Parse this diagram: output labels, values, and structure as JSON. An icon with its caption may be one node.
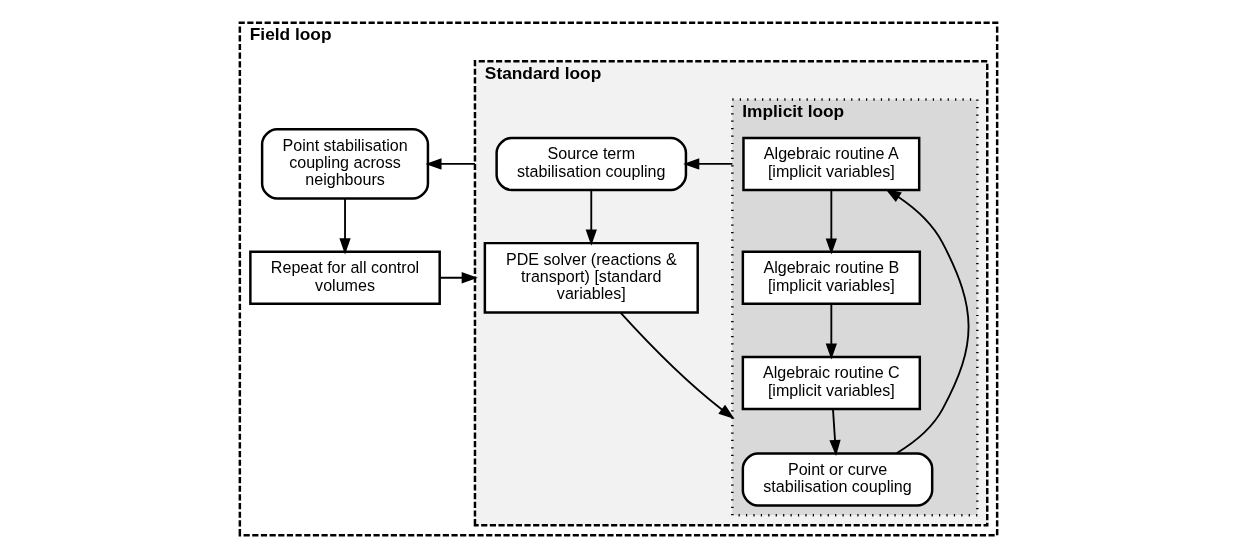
{
  "diagram": {
    "nodes": [
      {
        "text": [
          "Field loop"
        ]
      },
      {
        "text": [
          "Point stabilisation coupling across neighbours"
        ],
        "in": 0
      },
      {
        "text": [
          "Repeat for all control volumes"
        ],
        "in": 0
      },
      {
        "text": [
          "Standard loop"
        ],
        "in": 0
      },
      {
        "text": [
          "Source term stabilisation coupling"
        ],
        "in": 3
      },
      {
        "text": [
          "PDE solver (reactions & transport) [standard variables]"
        ],
        "in": 3
      },
      {
        "text": [
          "Implicit loop"
        ],
        "in": 3
      },
      {
        "text": [
          "Algebraic routine A [implicit variables]"
        ],
        "in": 6
      },
      {
        "text": [
          "Algebraic routine B [implicit variables]"
        ],
        "in": 6
      },
      {
        "text": [
          "Algebraic routine C [implicit variables]"
        ],
        "in": 6
      },
      {
        "text": [
          "Point or curve stabilisation coupling"
        ],
        "in": 6
      }
    ],
    "edges": [
      {
        "from": 3,
        "to": 1,
        "arrow": "to"
      },
      {
        "from": 1,
        "to": 2,
        "arrow": "to"
      },
      {
        "from": 2,
        "to": 3,
        "arrow": "to"
      },
      {
        "from": 6,
        "to": 4,
        "arrow": "to"
      },
      {
        "from": 4,
        "to": 5,
        "arrow": "to"
      },
      {
        "from": 5,
        "to": 6,
        "arrow": "to"
      },
      {
        "from": 10,
        "to": 7,
        "arrow": "to"
      },
      {
        "from": 7,
        "to": 8,
        "arrow": "to"
      },
      {
        "from": 8,
        "to": 9,
        "arrow": "to"
      },
      {
        "from": 9,
        "to": 10,
        "arrow": "to"
      }
    ]
  }
}
